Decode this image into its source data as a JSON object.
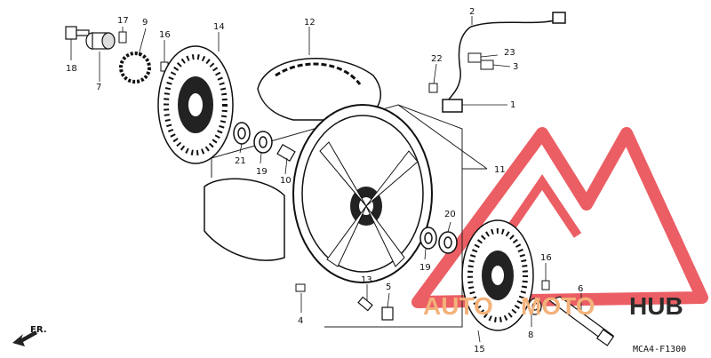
{
  "diagram": {
    "code": "MCA4-F1300",
    "direction_label": "FR.",
    "watermark": {
      "text_auto": "AUTO",
      "text_moto": "MOTO",
      "text_hub": "HUB",
      "color_red": "#e8434a",
      "color_orange": "#f3b27a",
      "color_dark": "#2b2b2b"
    },
    "callouts": [
      {
        "id": "c1",
        "text": "1"
      },
      {
        "id": "c2",
        "text": "2"
      },
      {
        "id": "c3",
        "text": "3"
      },
      {
        "id": "c4",
        "text": "4"
      },
      {
        "id": "c5",
        "text": "5"
      },
      {
        "id": "c6",
        "text": "6"
      },
      {
        "id": "c7",
        "text": "7"
      },
      {
        "id": "c8a",
        "text": "8"
      },
      {
        "id": "c8b",
        "text": "8"
      },
      {
        "id": "c9",
        "text": "9"
      },
      {
        "id": "c10",
        "text": "10"
      },
      {
        "id": "c11",
        "text": "11"
      },
      {
        "id": "c12",
        "text": "12"
      },
      {
        "id": "c13",
        "text": "13"
      },
      {
        "id": "c14",
        "text": "14"
      },
      {
        "id": "c15",
        "text": "15"
      },
      {
        "id": "c16a",
        "text": "16"
      },
      {
        "id": "c16b",
        "text": "16"
      },
      {
        "id": "c17",
        "text": "17"
      },
      {
        "id": "c18",
        "text": "18"
      },
      {
        "id": "c19a",
        "text": "19"
      },
      {
        "id": "c19b",
        "text": "19"
      },
      {
        "id": "c20",
        "text": "20"
      },
      {
        "id": "c21",
        "text": "21"
      },
      {
        "id": "c22",
        "text": "22"
      },
      {
        "id": "c23",
        "text": "23"
      }
    ]
  }
}
